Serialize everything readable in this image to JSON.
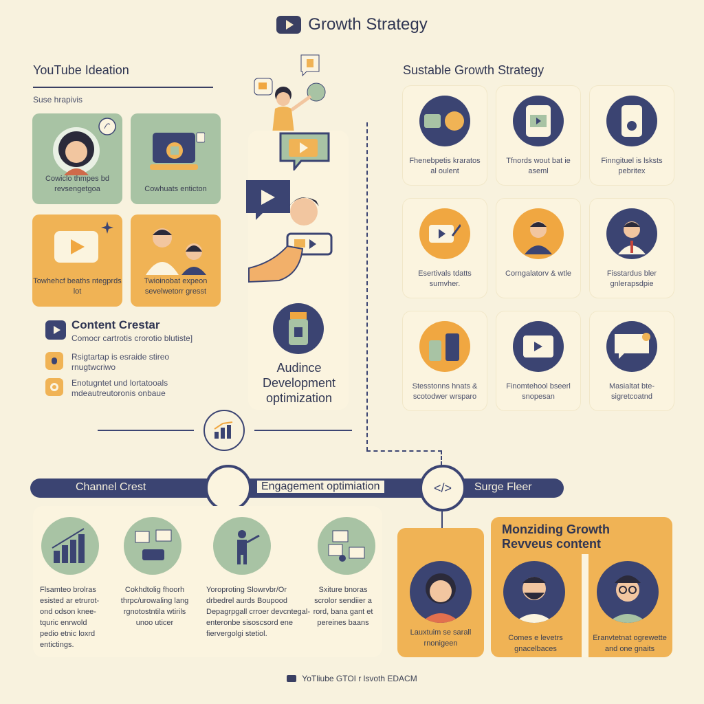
{
  "header": {
    "title": "Growth Strategy",
    "logo_icon": "play-icon"
  },
  "left": {
    "title": "YouTube Ideation",
    "subtitle": "Suse hrapivis",
    "cards": [
      {
        "caption": "Cowiclo thmpes bd revsengetgoa",
        "color": "#a8c3a4",
        "icon": "person-avatar"
      },
      {
        "caption": "Cowhuats enticton",
        "color": "#a8c3a4",
        "icon": "laptop-analytics"
      },
      {
        "caption": "Towhehcf beaths ntegprds lot",
        "color": "#f0b355",
        "icon": "play-button"
      },
      {
        "caption": "Twioinobat expeon sevelwetorr gresst",
        "color": "#f0b355",
        "icon": "two-people"
      }
    ],
    "content_title": "Content Crestar",
    "content_sub": "Comocr cartrotis crorotio blutiste]",
    "list": [
      {
        "text": "Rsigtartap is esraide stireo rnugtwcriwo"
      },
      {
        "text": "Enotugntet und lortatooals mdeautreutoronis onbaue"
      }
    ]
  },
  "center": {
    "audience_label": "Audince Development optimization"
  },
  "right": {
    "title": "Sustable Growth Strategy",
    "cards": [
      {
        "caption": "Fhenebpetis kraratos al oulent",
        "circle": "navy"
      },
      {
        "caption": "Tfnords wout bat ie aseml",
        "circle": "navy"
      },
      {
        "caption": "Finngituel is lsksts pebritex",
        "circle": "navy"
      },
      {
        "caption": "Esertivals tdatts sumvher.",
        "circle": "orange"
      },
      {
        "caption": "Corngalatorv & wtle",
        "circle": "orange"
      },
      {
        "caption": "Fisstardus bler gnlerapsdpie",
        "circle": "navy"
      },
      {
        "caption": "Stesstonns hnats & scotodwer wrsparo",
        "circle": "orange"
      },
      {
        "caption": "Finomtehool bseerl snopesan",
        "circle": "navy"
      },
      {
        "caption": "Masialtat bte- sigretcoatnd",
        "circle": "navy"
      }
    ]
  },
  "timeline": {
    "labels": [
      "Channel Crest",
      "Engagement optimiation",
      "Surge Fleer"
    ]
  },
  "bottom": {
    "items": [
      {
        "caption": "Flsamteo brolras esisted ar etrurot- ond odson knee- tquric enrwold pedio etnic loxrd entictings."
      },
      {
        "caption": "Cokhdtolig fhoorh thrpc/urowaling lang rgnotostntila wtirils unoo uticer"
      },
      {
        "caption": "Yoroproting Slowrvbr/Or drbedrel aurds Boupood Depagrpgall crroer devcntegal-enteronbe sisoscsord ene fiervergolgi stetiol."
      },
      {
        "caption": "Sxiture bnoras scrolor sendiier a rord, bana gant et pereines baans"
      }
    ],
    "monetize_title": "Monziding Growth Revveus content",
    "monetize_cards": [
      {
        "caption": "Lauxtuim se sarall rnonigeen"
      },
      {
        "caption": "Comes e levetrs gnacelbaces"
      },
      {
        "caption": "Eranvtetnat ogrewette and one gnaits"
      }
    ]
  },
  "footer": {
    "text": "YoTliube GTOI r lsvoth EDACM"
  },
  "colors": {
    "navy": "#3b4472",
    "gold": "#f0b355",
    "sage": "#a8c3a4",
    "bg": "#f8f2de"
  }
}
